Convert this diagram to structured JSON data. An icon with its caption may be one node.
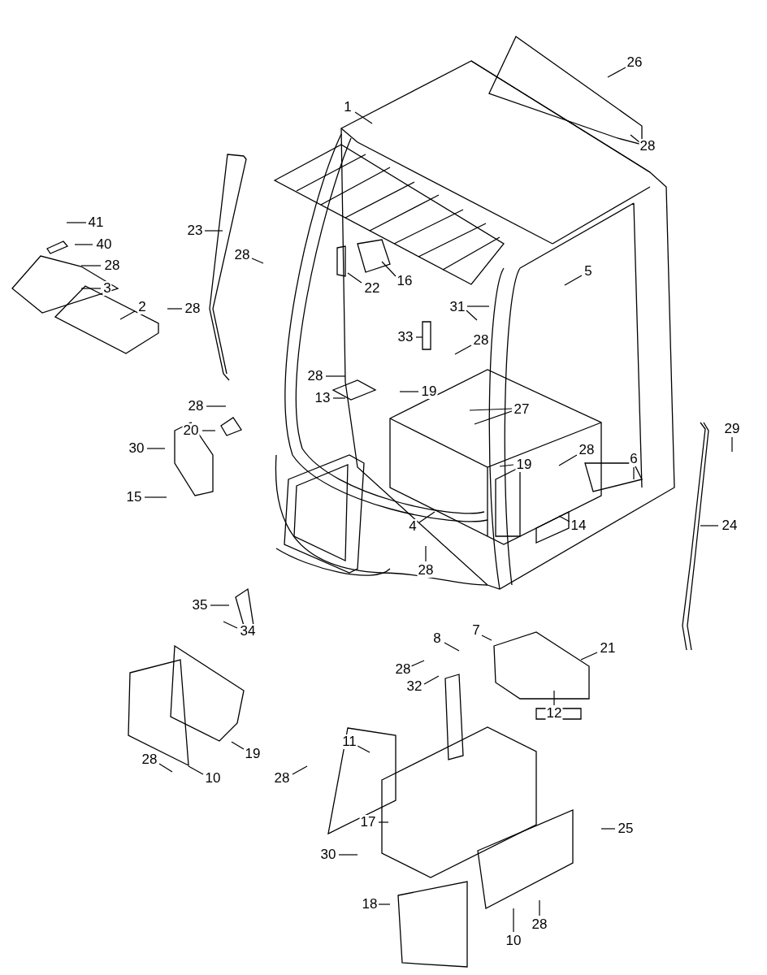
{
  "diagram": {
    "nodes": [
      {
        "text": [
          "1"
        ]
      },
      {
        "text": [
          "26"
        ]
      },
      {
        "text": [
          "28"
        ]
      },
      {
        "text": [
          "23"
        ]
      },
      {
        "text": [
          "41"
        ]
      },
      {
        "text": [
          "40"
        ]
      },
      {
        "text": [
          "28"
        ]
      },
      {
        "text": [
          "3"
        ]
      },
      {
        "text": [
          "2"
        ]
      },
      {
        "text": [
          "28"
        ]
      },
      {
        "text": [
          "28"
        ]
      },
      {
        "text": [
          "22"
        ]
      },
      {
        "text": [
          "16"
        ]
      },
      {
        "text": [
          "5"
        ]
      },
      {
        "text": [
          "31"
        ]
      },
      {
        "text": [
          "33"
        ]
      },
      {
        "text": [
          "28"
        ]
      },
      {
        "text": [
          "28"
        ]
      },
      {
        "text": [
          "13"
        ]
      },
      {
        "text": [
          "19"
        ]
      },
      {
        "text": [
          "27"
        ]
      },
      {
        "text": [
          "28"
        ]
      },
      {
        "text": [
          "20"
        ]
      },
      {
        "text": [
          "30"
        ]
      },
      {
        "text": [
          "15"
        ]
      },
      {
        "text": [
          "28"
        ]
      },
      {
        "text": [
          "19"
        ]
      },
      {
        "text": [
          "6"
        ]
      },
      {
        "text": [
          "4"
        ]
      },
      {
        "text": [
          "14"
        ]
      },
      {
        "text": [
          "28"
        ]
      },
      {
        "text": [
          "29"
        ]
      },
      {
        "text": [
          "24"
        ]
      },
      {
        "text": [
          "35"
        ]
      },
      {
        "text": [
          "34"
        ]
      },
      {
        "text": [
          "7"
        ]
      },
      {
        "text": [
          "8"
        ]
      },
      {
        "text": [
          "21"
        ]
      },
      {
        "text": [
          "28"
        ]
      },
      {
        "text": [
          "32"
        ]
      },
      {
        "text": [
          "12"
        ]
      },
      {
        "text": [
          "19"
        ]
      },
      {
        "text": [
          "11"
        ]
      },
      {
        "text": [
          "28"
        ]
      },
      {
        "text": [
          "10"
        ]
      },
      {
        "text": [
          "28"
        ]
      },
      {
        "text": [
          "17"
        ]
      },
      {
        "text": [
          "25"
        ]
      },
      {
        "text": [
          "30"
        ]
      },
      {
        "text": [
          "18"
        ]
      },
      {
        "text": [
          "28"
        ]
      },
      {
        "text": [
          "10"
        ]
      }
    ],
    "edges": [
      {
        "from": 0,
        "to": null,
        "arrow": "none"
      },
      {
        "from": 1,
        "to": null,
        "arrow": "none"
      },
      {
        "from": 2,
        "to": null,
        "arrow": "none"
      },
      {
        "from": 3,
        "to": null,
        "arrow": "none"
      },
      {
        "from": 4,
        "to": null,
        "arrow": "none"
      },
      {
        "from": 5,
        "to": null,
        "arrow": "none"
      },
      {
        "from": 6,
        "to": null,
        "arrow": "none"
      },
      {
        "from": 7,
        "to": null,
        "arrow": "none"
      },
      {
        "from": 8,
        "to": null,
        "arrow": "none"
      },
      {
        "from": 9,
        "to": null,
        "arrow": "none"
      },
      {
        "from": 10,
        "to": null,
        "arrow": "none"
      },
      {
        "from": 11,
        "to": null,
        "arrow": "none"
      },
      {
        "from": 12,
        "to": null,
        "arrow": "none"
      },
      {
        "from": 13,
        "to": null,
        "arrow": "none"
      },
      {
        "from": 14,
        "to": null,
        "arrow": "none"
      },
      {
        "from": 14,
        "to": null,
        "arrow": "none"
      },
      {
        "from": 15,
        "to": null,
        "arrow": "none"
      },
      {
        "from": 16,
        "to": null,
        "arrow": "none"
      },
      {
        "from": 17,
        "to": null,
        "arrow": "none"
      },
      {
        "from": 18,
        "to": null,
        "arrow": "none"
      },
      {
        "from": 19,
        "to": null,
        "arrow": "none"
      },
      {
        "from": 20,
        "to": null,
        "arrow": "none"
      },
      {
        "from": 20,
        "to": null,
        "arrow": "none"
      },
      {
        "from": 21,
        "to": null,
        "arrow": "none"
      },
      {
        "from": 22,
        "to": null,
        "arrow": "none"
      },
      {
        "from": 23,
        "to": null,
        "arrow": "none"
      },
      {
        "from": 24,
        "to": null,
        "arrow": "none"
      },
      {
        "from": 25,
        "to": null,
        "arrow": "none"
      },
      {
        "from": 26,
        "to": null,
        "arrow": "none"
      },
      {
        "from": 27,
        "to": null,
        "arrow": "none"
      },
      {
        "from": 28,
        "to": null,
        "arrow": "none"
      },
      {
        "from": 29,
        "to": null,
        "arrow": "none"
      },
      {
        "from": 30,
        "to": null,
        "arrow": "none"
      },
      {
        "from": 31,
        "to": null,
        "arrow": "none"
      },
      {
        "from": 32,
        "to": null,
        "arrow": "none"
      },
      {
        "from": 33,
        "to": null,
        "arrow": "none"
      },
      {
        "from": 34,
        "to": null,
        "arrow": "none"
      },
      {
        "from": 35,
        "to": null,
        "arrow": "none"
      },
      {
        "from": 36,
        "to": null,
        "arrow": "none"
      },
      {
        "from": 37,
        "to": null,
        "arrow": "none"
      },
      {
        "from": 38,
        "to": null,
        "arrow": "none"
      },
      {
        "from": 39,
        "to": null,
        "arrow": "none"
      },
      {
        "from": 40,
        "to": null,
        "arrow": "none"
      },
      {
        "from": 41,
        "to": null,
        "arrow": "none"
      },
      {
        "from": 42,
        "to": null,
        "arrow": "none"
      },
      {
        "from": 43,
        "to": null,
        "arrow": "none"
      },
      {
        "from": 44,
        "to": null,
        "arrow": "none"
      },
      {
        "from": 45,
        "to": null,
        "arrow": "none"
      },
      {
        "from": 46,
        "to": null,
        "arrow": "none"
      },
      {
        "from": 47,
        "to": null,
        "arrow": "none"
      },
      {
        "from": 48,
        "to": null,
        "arrow": "none"
      },
      {
        "from": 49,
        "to": null,
        "arrow": "none"
      },
      {
        "from": 50,
        "to": null,
        "arrow": "none"
      },
      {
        "from": 51,
        "to": null,
        "arrow": "none"
      }
    ]
  }
}
